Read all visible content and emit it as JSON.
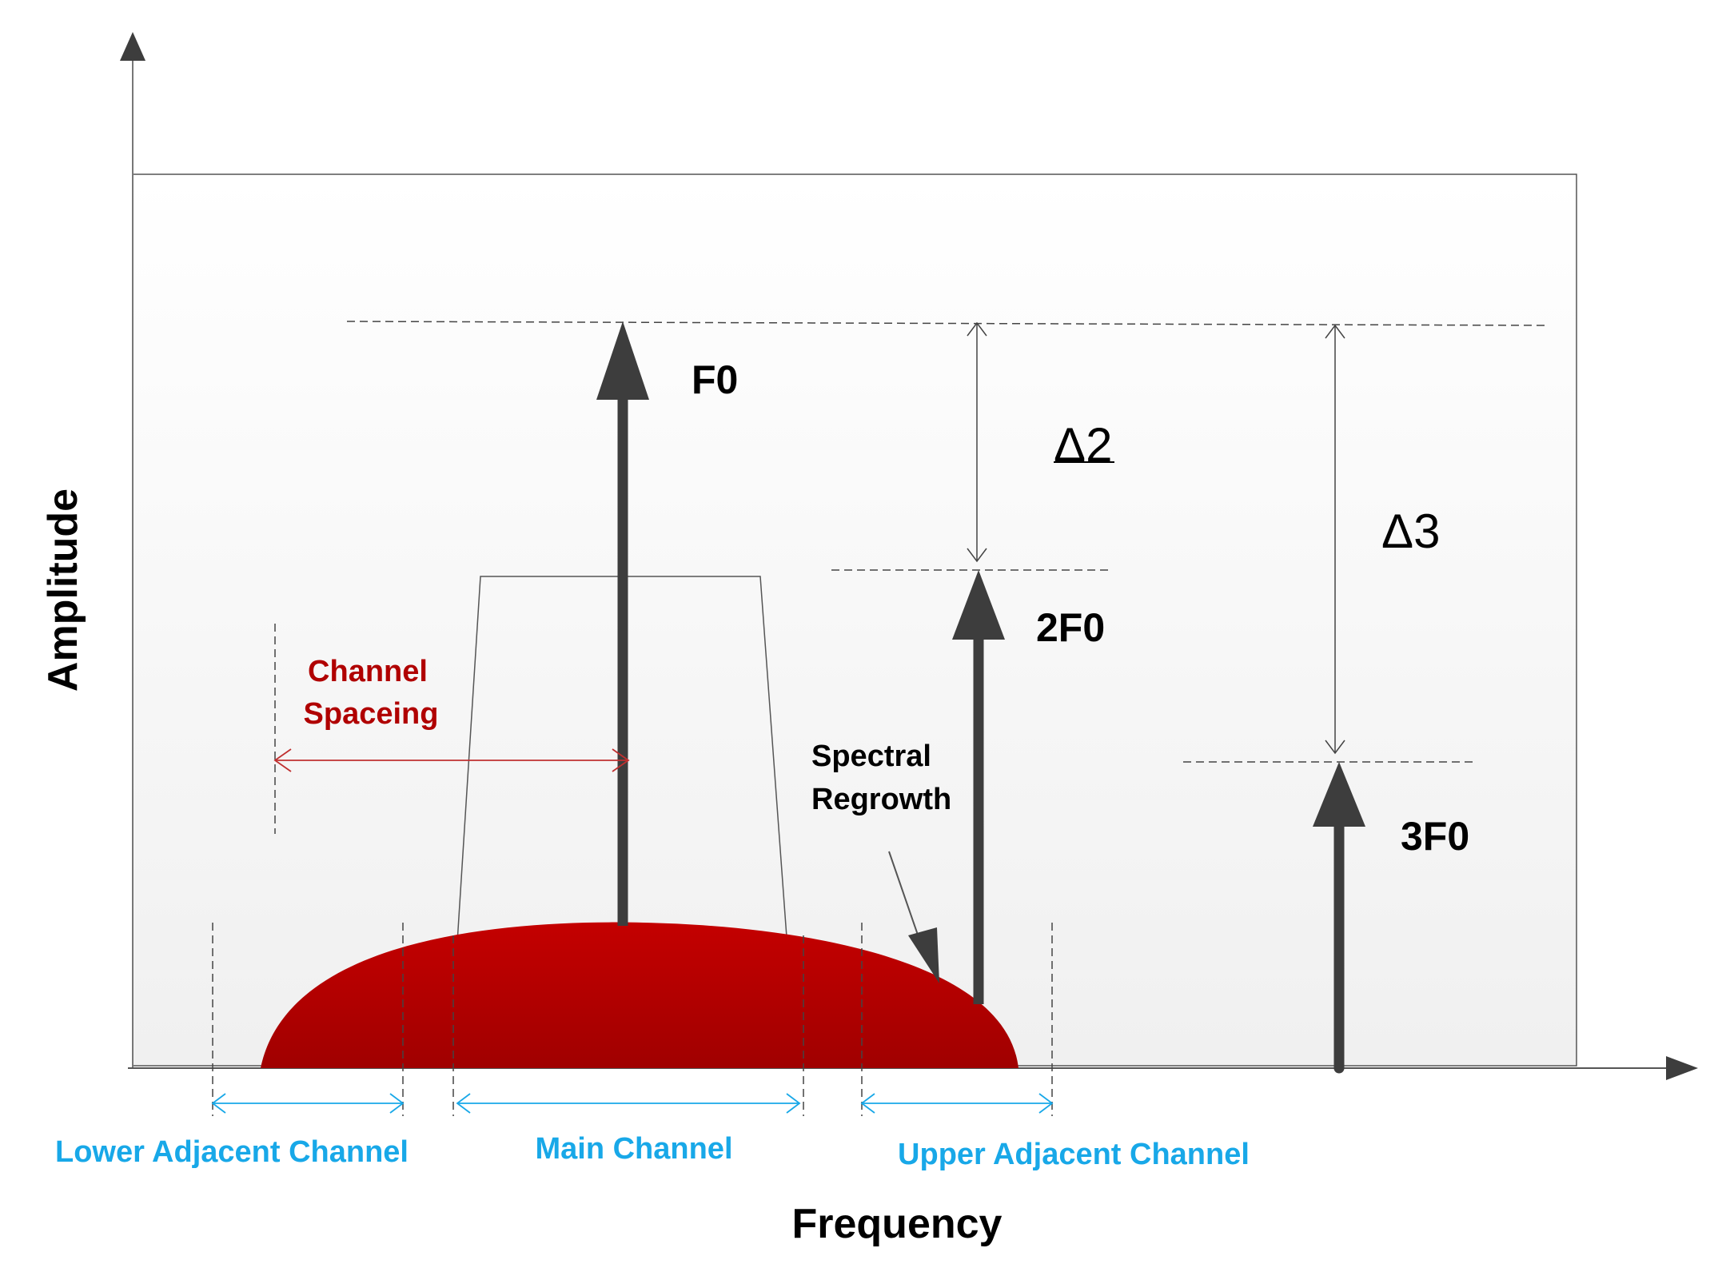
{
  "axes": {
    "y_label": "Amplitude",
    "x_label": "Frequency"
  },
  "tones": [
    {
      "label": "F0"
    },
    {
      "label": "2F0"
    },
    {
      "label": "3F0"
    }
  ],
  "deltas": [
    {
      "label": "Δ2"
    },
    {
      "label": "Δ3"
    }
  ],
  "channel_spacing": {
    "line1": "Channel",
    "line2": "Spaceing"
  },
  "spectral_regrowth": {
    "line1": "Spectral",
    "line2": "Regrowth"
  },
  "channels": {
    "lower": "Lower Adjacent Channel",
    "main": "Main Channel",
    "upper": "Upper Adjacent Channel"
  },
  "colors": {
    "arrow": "#3d3d3d",
    "spectrum": "#b20000",
    "channel_label": "#18a8e8",
    "channel_spacing": "#b00000",
    "text": "#000000"
  }
}
